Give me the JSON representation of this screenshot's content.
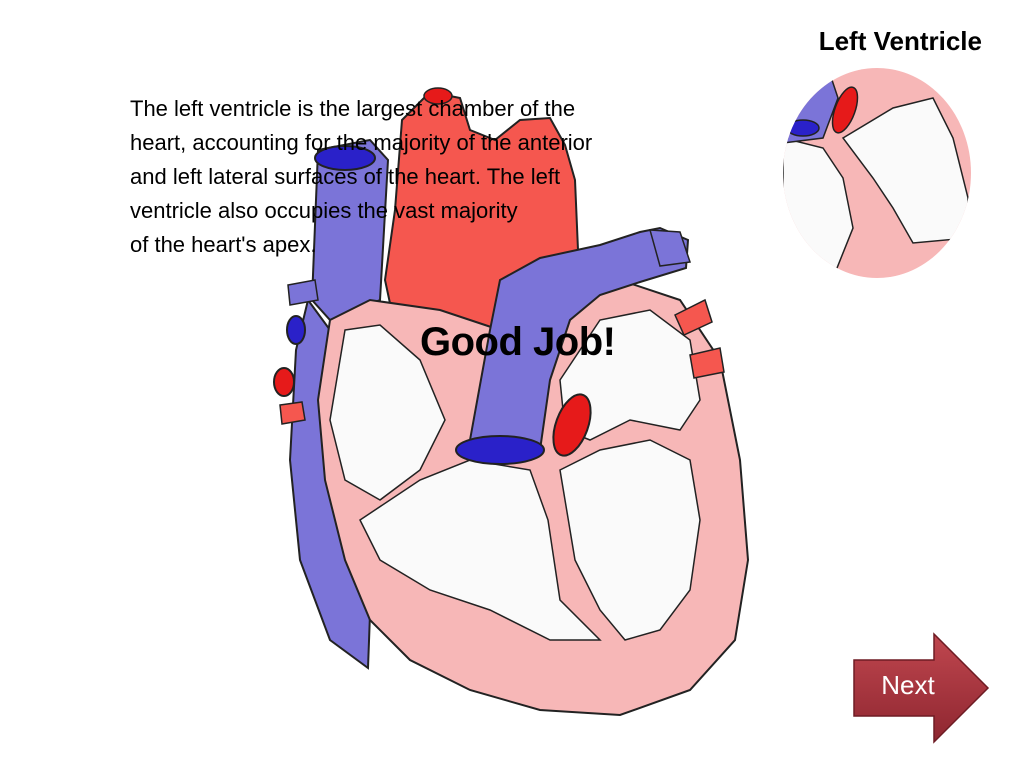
{
  "slide": {
    "description": "The left ventricle is the largest chamber of the\nheart, accounting for the majority of the anterior\nand left lateral surfaces of the heart. The left\nventricle also occupies the vast majority\nof the heart's apex.",
    "feedback": "Good Job!",
    "zoom_title": "Left Ventricle",
    "next_label": "Next"
  },
  "colors": {
    "oxygenated": "#f5574f",
    "deoxygenated": "#7b74d8",
    "deep_blue": "#2a21c9",
    "deep_red": "#e61a1a",
    "muscle": "#f7b7b7",
    "chamber": "#fafafa",
    "button": "#a9313a"
  },
  "icons": {
    "next": "arrow-right-icon"
  }
}
